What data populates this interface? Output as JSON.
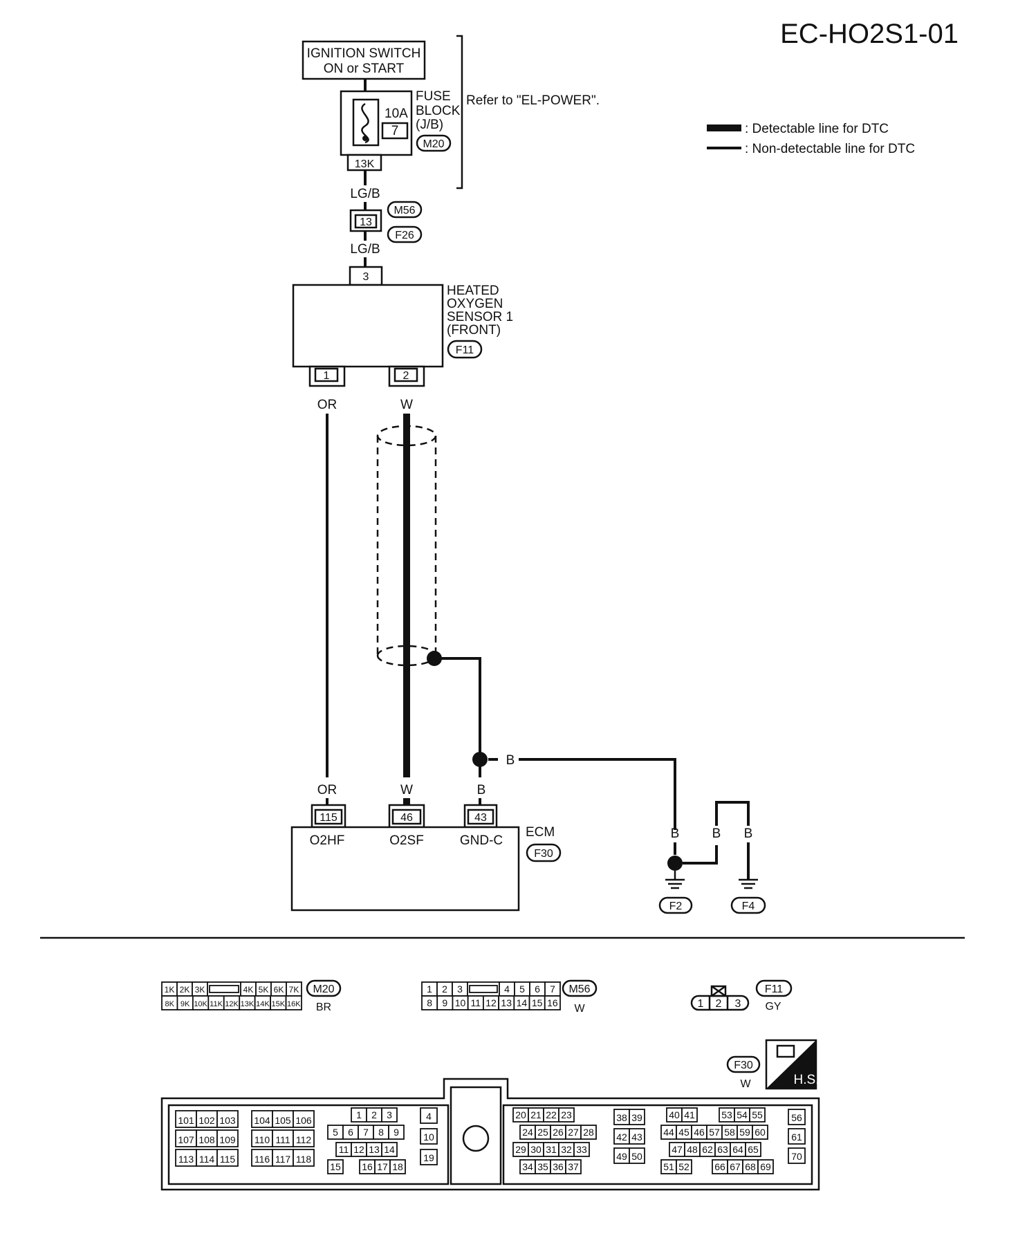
{
  "diagram_id": "EC-HO2S1-01",
  "legend": {
    "detectable": ": Detectable line for DTC",
    "non_detectable": ": Non-detectable line for DTC"
  },
  "ignition": {
    "line1": "IGNITION SWITCH",
    "line2": "ON or START"
  },
  "fuse_block": {
    "line1": "FUSE",
    "line2": "BLOCK",
    "line3": "(J/B)",
    "amp": "10A",
    "fuse_no": "7",
    "connector": "M20",
    "terminal": "13K",
    "refer": "Refer to \"EL-POWER\"."
  },
  "wires": {
    "lgb_1": "LG/B",
    "lgb_2": "LG/B",
    "or_top": "OR",
    "w_top": "W",
    "or_bottom": "OR",
    "w_bottom": "W",
    "b_gnd": "B",
    "b_mid": "B",
    "b_f2": "B",
    "b_f4a": "B",
    "b_f4b": "B"
  },
  "joint": {
    "terminal": "13",
    "conn_top": "M56",
    "conn_bottom": "F26"
  },
  "sensor": {
    "terminal_top": "3",
    "line1": "HEATED",
    "line2": "OXYGEN",
    "line3": "SENSOR 1",
    "line4": "(FRONT)",
    "connector": "F11",
    "pin1": "1",
    "pin2": "2"
  },
  "ecm": {
    "label": "ECM",
    "connector": "F30",
    "pins": [
      "115",
      "46",
      "43"
    ],
    "signals": [
      "O2HF",
      "O2SF",
      "GND-C"
    ]
  },
  "grounds": {
    "f2": "F2",
    "f4": "F4"
  },
  "connector_views": {
    "m20": {
      "id": "M20",
      "color": "BR",
      "top": [
        "1K",
        "2K",
        "3K",
        "",
        "4K",
        "5K",
        "6K",
        "7K"
      ],
      "bottom": [
        "8K",
        "9K",
        "10K",
        "11K",
        "12K",
        "13K",
        "14K",
        "15K",
        "16K"
      ]
    },
    "m56": {
      "id": "M56",
      "color": "W",
      "top": [
        "1",
        "2",
        "3",
        "",
        "4",
        "5",
        "6",
        "7"
      ],
      "bottom": [
        "8",
        "9",
        "10",
        "11",
        "12",
        "13",
        "14",
        "15",
        "16"
      ]
    },
    "f11": {
      "id": "F11",
      "color": "GY",
      "pins": [
        "1",
        "2",
        "3"
      ]
    },
    "f30": {
      "id": "F30",
      "color": "W",
      "hs": "H.S.",
      "left": {
        "rows": [
          [
            "101",
            "102",
            "103"
          ],
          [
            "107",
            "108",
            "109"
          ],
          [
            "113",
            "114",
            "115"
          ]
        ],
        "rows2": [
          [
            "104",
            "105",
            "106"
          ],
          [
            "110",
            "111",
            "112"
          ],
          [
            "116",
            "117",
            "118"
          ]
        ],
        "grid3_r1": [
          "1",
          "2",
          "3"
        ],
        "grid3_r2": [
          "5",
          "6",
          "7",
          "8",
          "9"
        ],
        "grid3_r3": [
          "11",
          "12",
          "13",
          "14"
        ],
        "grid3_r4": [
          "15",
          "16",
          "17",
          "18"
        ],
        "col4": [
          "4",
          "10",
          "19"
        ]
      },
      "right": {
        "r1": [
          "20",
          "21",
          "22",
          "23"
        ],
        "r2": [
          "24",
          "25",
          "26",
          "27",
          "28"
        ],
        "r3": [
          "29",
          "30",
          "31",
          "32",
          "33"
        ],
        "r4": [
          "34",
          "35",
          "36",
          "37"
        ],
        "c1": [
          "38",
          "39"
        ],
        "c2": [
          "42",
          "43"
        ],
        "c3": [
          "49",
          "50"
        ],
        "g1": [
          "40",
          "41"
        ],
        "g2": [
          "53",
          "54",
          "55"
        ],
        "g3": [
          "44",
          "45",
          "46",
          "57",
          "58",
          "59",
          "60"
        ],
        "g4": [
          "47",
          "48",
          "62",
          "63",
          "64",
          "65"
        ],
        "g5": [
          "51",
          "52"
        ],
        "g6": [
          "66",
          "67",
          "68",
          "69"
        ],
        "last": [
          "56",
          "61",
          "70"
        ]
      }
    }
  }
}
